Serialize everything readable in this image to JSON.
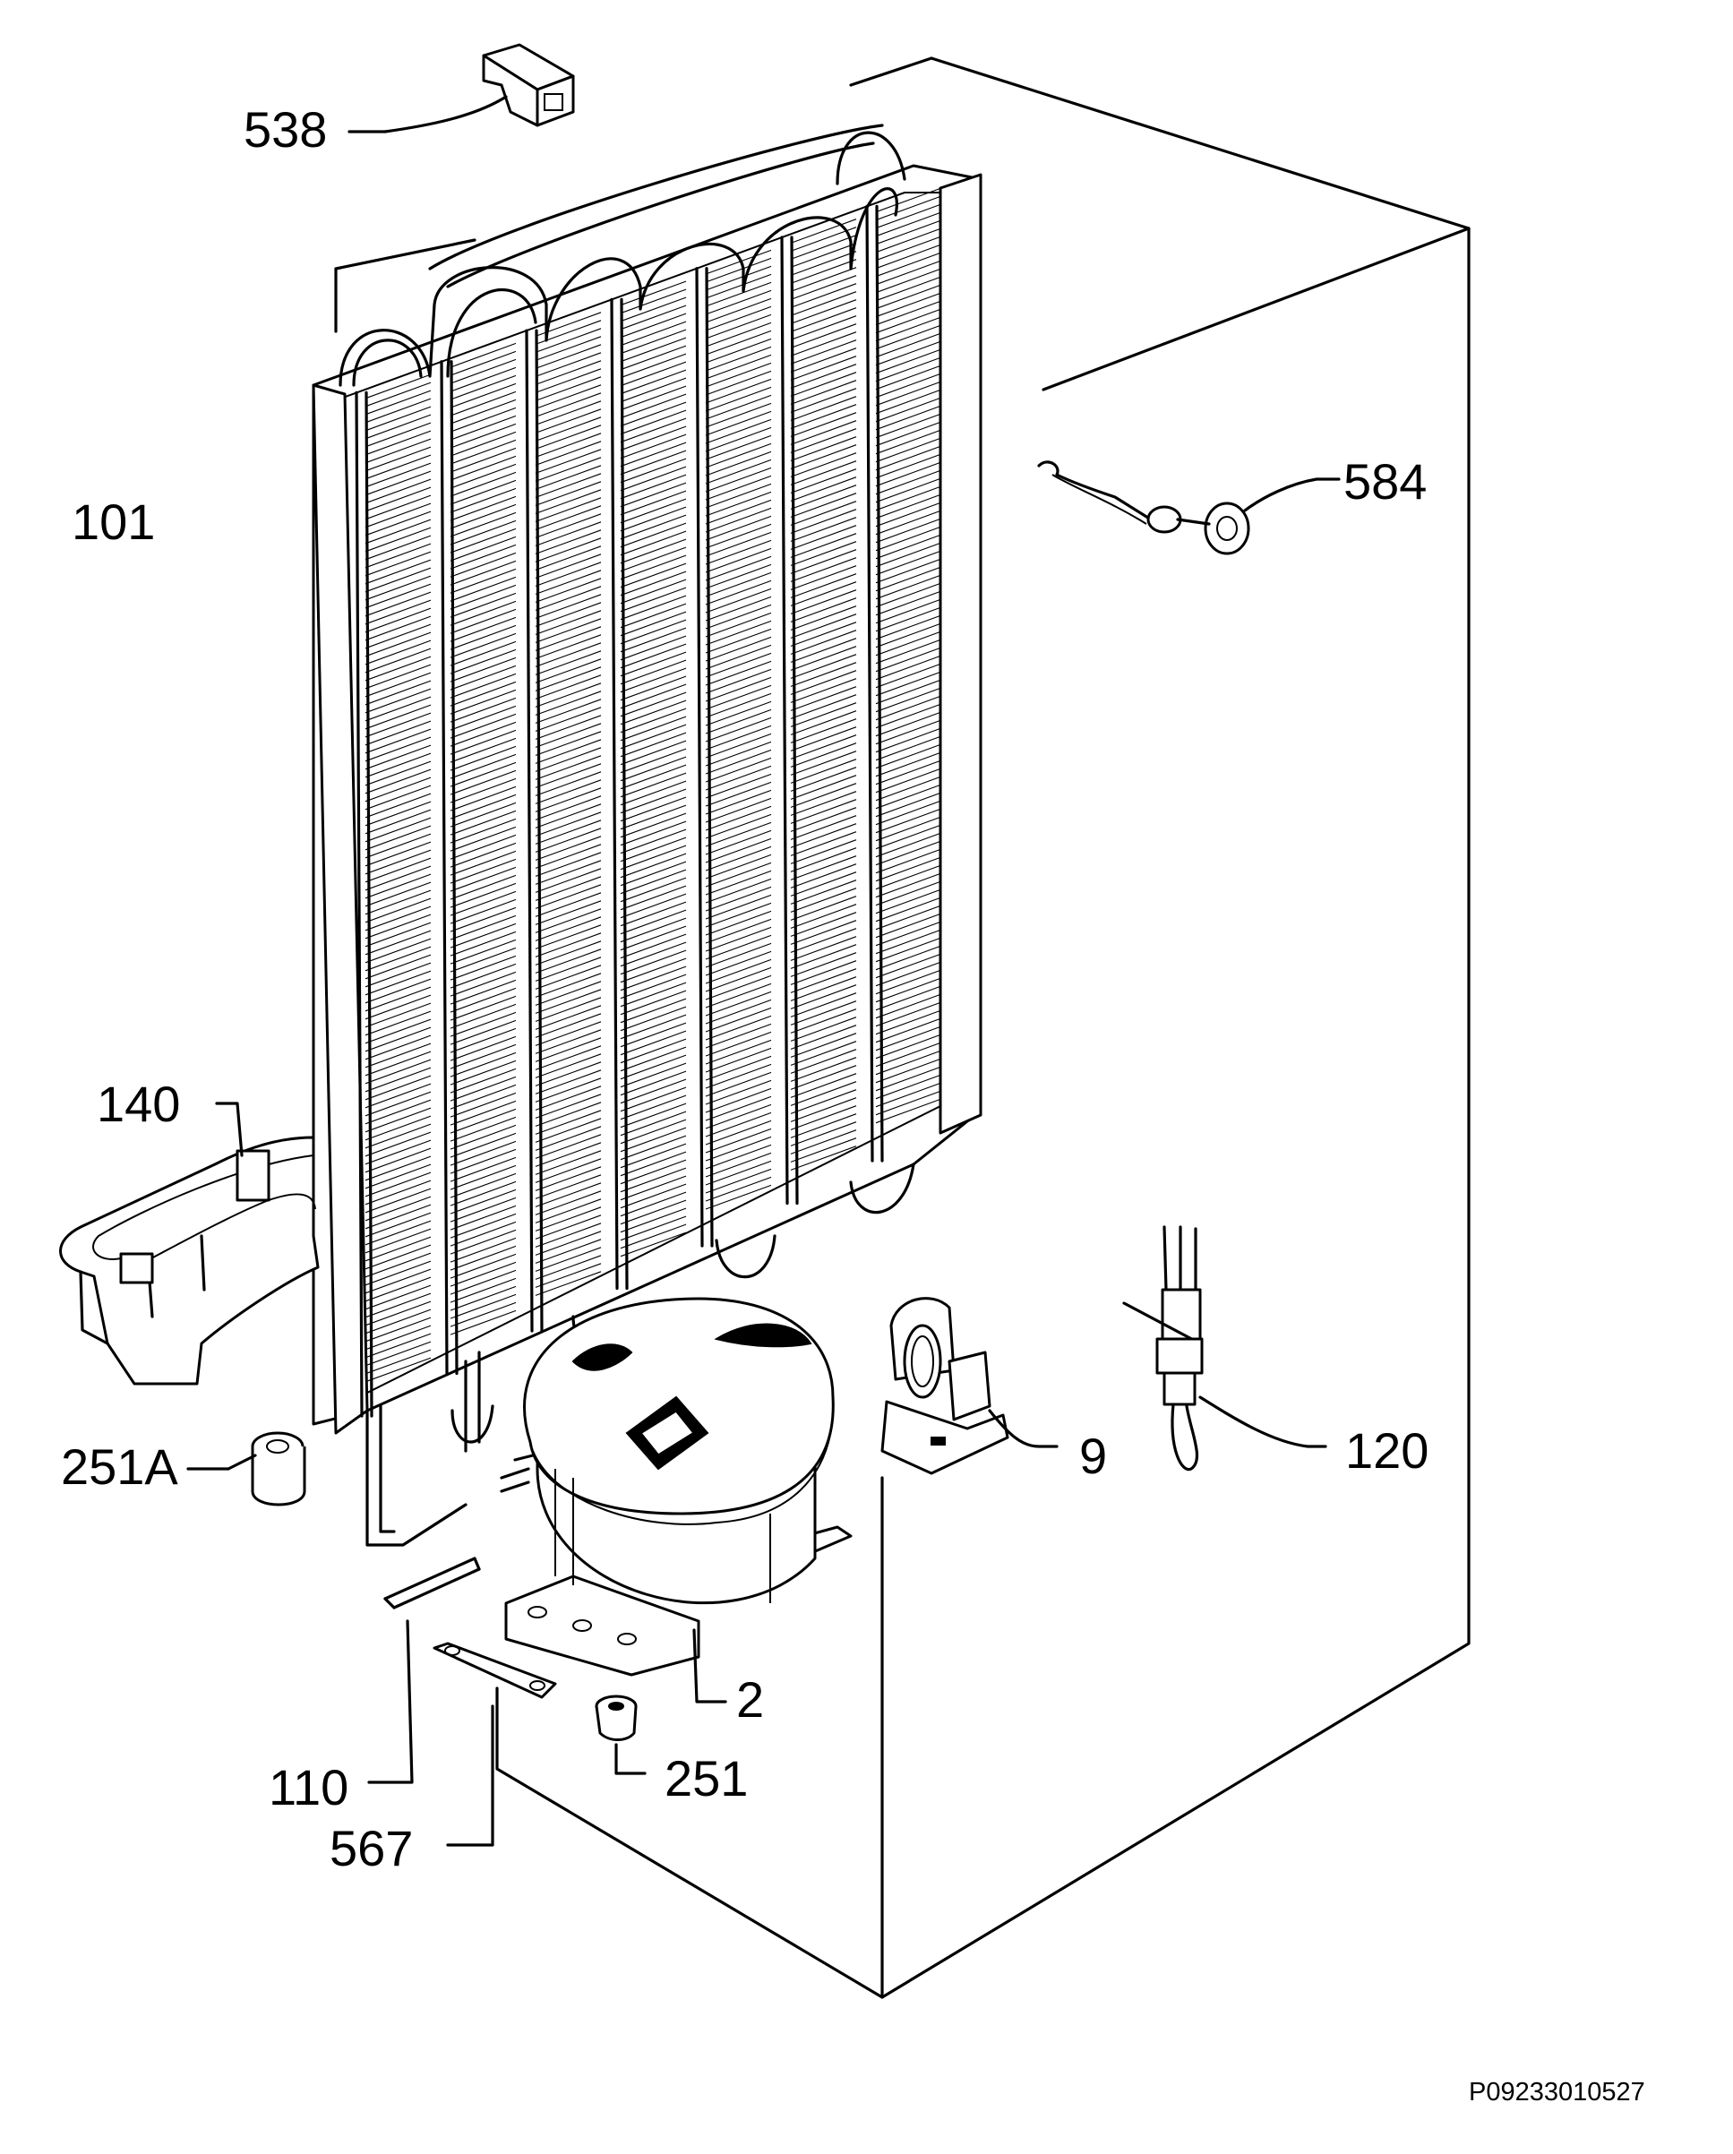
{
  "diagram": {
    "part_labels": {
      "p538": "538",
      "p101": "101",
      "p584": "584",
      "p140": "140",
      "p251a": "251A",
      "p9": "9",
      "p120": "120",
      "p2": "2",
      "p110": "110",
      "p251": "251",
      "p567": "567"
    },
    "drawing_code": "P09233010527"
  }
}
